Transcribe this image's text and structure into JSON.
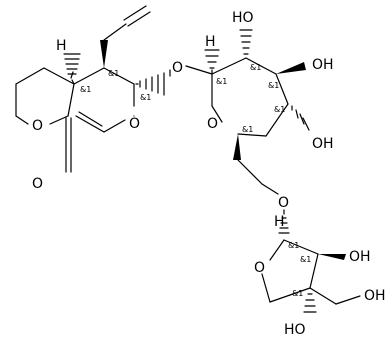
{
  "molecule": {
    "atom_labels": {
      "o_lactone_ring": "O",
      "o_carbonyl": "O",
      "o_pyran_ring": "O",
      "o_glycosidic": "O",
      "o_glucose_ring": "O",
      "oh_c2": "HO",
      "oh_c3": "OH",
      "oh_c4": "OH",
      "o_link": "O",
      "o_apiose_ring": "O",
      "oh_apiose_c2": "OH",
      "oh_apiose_ch2": "OH",
      "oh_apiose_c3": "HO"
    },
    "stereo_labels": {
      "c_ring_fusion": "&1",
      "c_vinyl": "&1",
      "c_anomeric_aglycone": "&1",
      "c_glc_1": "&1",
      "c_glc_2": "&1",
      "c_glc_3": "&1",
      "c_glc_4": "&1",
      "c_glc_5": "&1",
      "c_api_1": "&1",
      "c_api_2": "&1",
      "c_api_3": "&1"
    },
    "implicit_h": {
      "h_ring_fusion": "H",
      "h_glc_1": "H",
      "h_api_1": "H"
    }
  }
}
